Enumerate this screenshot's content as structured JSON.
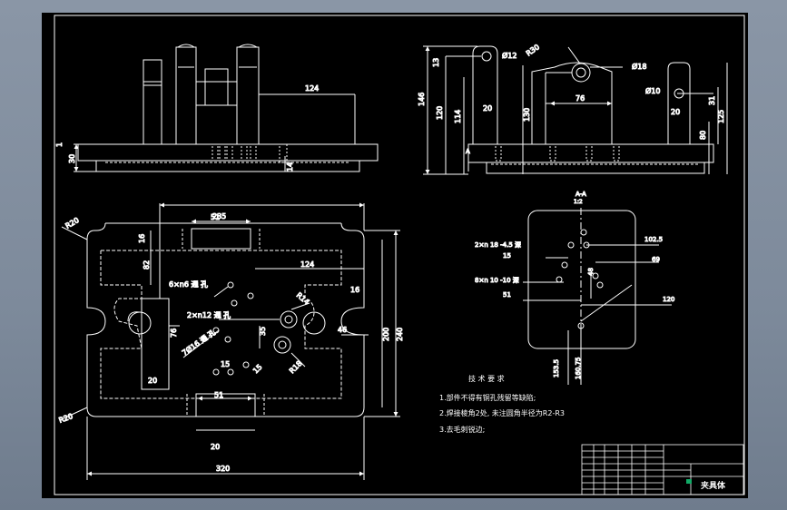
{
  "drawing": {
    "colors": {
      "background": "#000000",
      "line": "#ffffff",
      "dim": "#ffffff",
      "hidden": "#ffffff",
      "chrome": "#8a96a6"
    },
    "front_view": {
      "dims": {
        "d124": "124",
        "d30": "30",
        "d14": "14",
        "d1": "1"
      }
    },
    "side_view": {
      "dims": {
        "d13": "13",
        "d12": "Ø12",
        "r30": "R30",
        "d18": "Ø18",
        "d146": "146",
        "d120": "120",
        "d114": "114",
        "d20a": "20",
        "d130": "130",
        "d76": "76",
        "d10": "Ø10",
        "d31": "31",
        "d20b": "20",
        "d125": "125",
        "d80": "80",
        "markA": "A"
      }
    },
    "plan_view": {
      "dims": {
        "d235": "235",
        "r20a": "R20",
        "d51a": "51",
        "d16a": "16",
        "d82": "82",
        "d124": "124",
        "d16b": "16",
        "holes6": "6×n6 通 孔",
        "holes12": "2×n12 通 孔",
        "holes16": "7Ø16 通 孔",
        "d76": "76",
        "d35": "35",
        "r14": "R14",
        "d46": "46",
        "d200": "200",
        "d240": "240",
        "d20a": "20",
        "d15": "15",
        "d15b": "15",
        "r18": "R18",
        "r20b": "R20",
        "d51b": "51",
        "d20b": "20",
        "d320": "320"
      }
    },
    "section_view": {
      "title": "A-A",
      "scale": "1:2",
      "dims": {
        "holes18": "2×n 18 -4.5 深",
        "d15": "15",
        "d1025": "102.5",
        "d69": "69",
        "holes10": "8×n 10 -10 深",
        "d51": "51",
        "d120": "120",
        "d1535": "153.5",
        "d16075": "160.75",
        "d48": "48"
      }
    },
    "notes": {
      "title": "技 术 要 求",
      "items": [
        "1.部件不得有铜孔残留等缺陷;",
        "2.焊接棱角2处, 未注圆角半径为R2-R3",
        "3.去毛刺锐边;"
      ]
    },
    "title_block": {
      "part_name": "夹具体"
    }
  }
}
